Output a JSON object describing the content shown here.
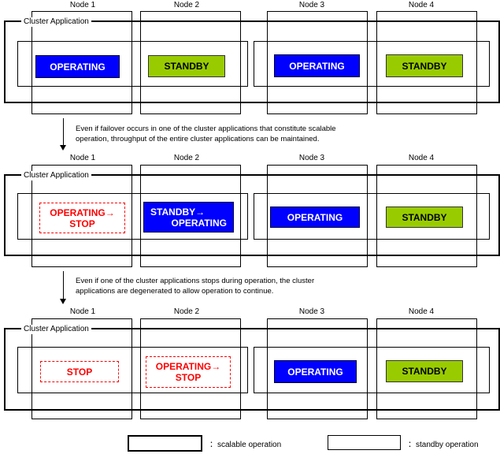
{
  "nodes": [
    "Node 1",
    "Node 2",
    "Node 3",
    "Node 4"
  ],
  "cluster_label": "Cluster Application",
  "panel1": {
    "states": [
      "OPERATING",
      "STANDBY",
      "OPERATING",
      "STANDBY"
    ]
  },
  "note1": {
    "line1": "Even if failover occurs in one of the cluster applications that constitute scalable",
    "line2": "operation, throughput of the entire cluster applications can be maintained."
  },
  "panel2": {
    "n1_line1": "OPERATING→",
    "n1_line2": "STOP",
    "n2_line1": "STANDBY→",
    "n2_line2": "OPERATING",
    "n3": "OPERATING",
    "n4": "STANDBY"
  },
  "note2": {
    "line1": "Even if one of the cluster applications stops during operation, the cluster",
    "line2": "applications are degenerated to allow operation to continue."
  },
  "panel3": {
    "n1": "STOP",
    "n2_line1": "OPERATING→",
    "n2_line2": "STOP",
    "n3": "OPERATING",
    "n4": "STANDBY"
  },
  "legend": {
    "scalable": "：scalable operation",
    "standby": "：standby operation"
  },
  "colors": {
    "operating": "#0000ff",
    "standby": "#99cc00",
    "stop": "#ff0000"
  }
}
